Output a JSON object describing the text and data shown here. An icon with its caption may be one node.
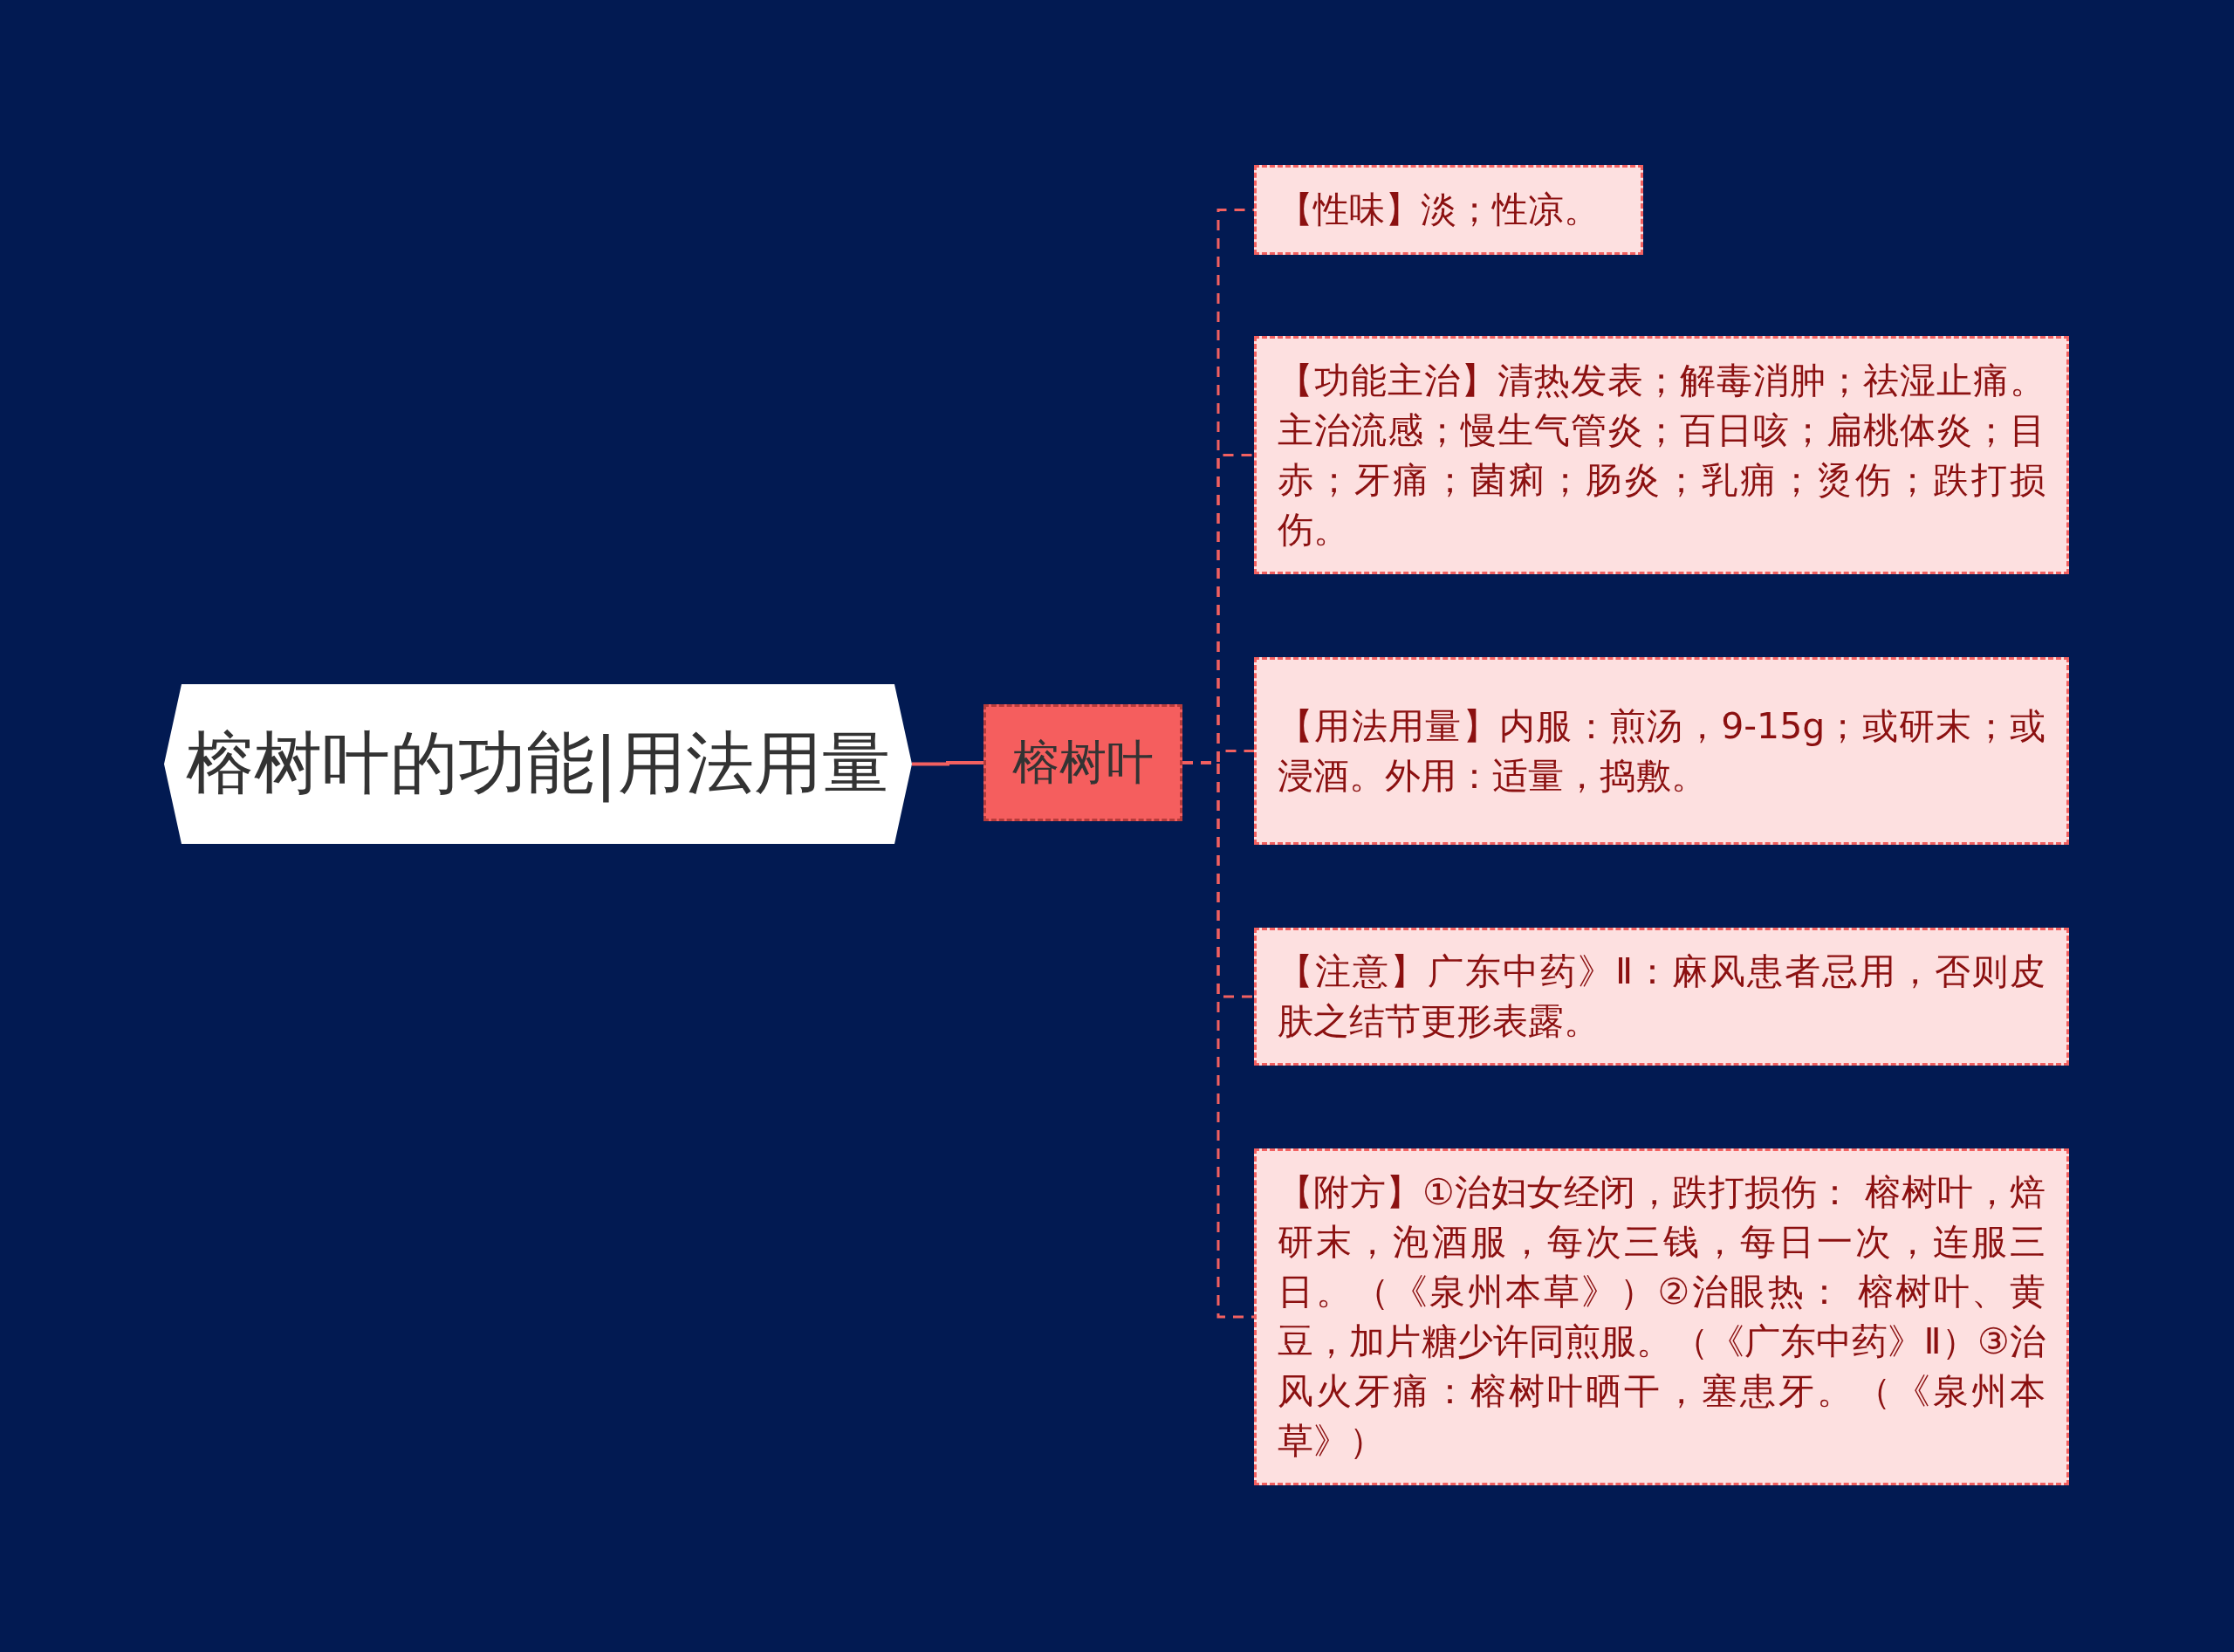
{
  "diagram": {
    "nodes": [
      {
        "text": [
          "榕树叶的功能|用法用量"
        ]
      },
      {
        "text": [
          "榕树叶"
        ]
      },
      {
        "text": [
          "【性味】淡；性凉。"
        ]
      },
      {
        "text": [
          "【功能主治】清热发表；解毒消肿；祛湿止痛。主治流感；慢生气管炎；百日咳；扁桃体炎；目赤；牙痛；菌痢；肠炎；乳痈；烫伤；跌打损伤。"
        ]
      },
      {
        "text": [
          "【用法用量】内服：煎汤，9-15g；或研末；或浸酒。外用：适量，捣敷。"
        ]
      },
      {
        "text": [
          "【注意】广东中药》Ⅱ：麻风患者忌用，否则皮肤之结节更形表露。"
        ]
      },
      {
        "text": [
          "【附方】①治妇女经闭，跌打损伤： 榕树叶，焙研末，泡酒服，每次三钱，每日一次，连服三日。（《泉州本草》）②治眼热： 榕树叶、黄豆，加片糖少许同煎服。（《广东中药》Ⅱ）③治风火牙痛：榕树叶晒干，塞患牙。（《泉州本草》）"
        ]
      }
    ],
    "edges": [
      {
        "from": 0,
        "to": 1,
        "arrow": "none"
      },
      {
        "from": 1,
        "to": 2,
        "arrow": "none",
        "style": "dashed"
      },
      {
        "from": 1,
        "to": 3,
        "arrow": "none",
        "style": "dashed"
      },
      {
        "from": 1,
        "to": 4,
        "arrow": "none",
        "style": "dashed"
      },
      {
        "from": 1,
        "to": 5,
        "arrow": "none",
        "style": "dashed"
      },
      {
        "from": 1,
        "to": 6,
        "arrow": "none",
        "style": "dashed"
      }
    ]
  }
}
